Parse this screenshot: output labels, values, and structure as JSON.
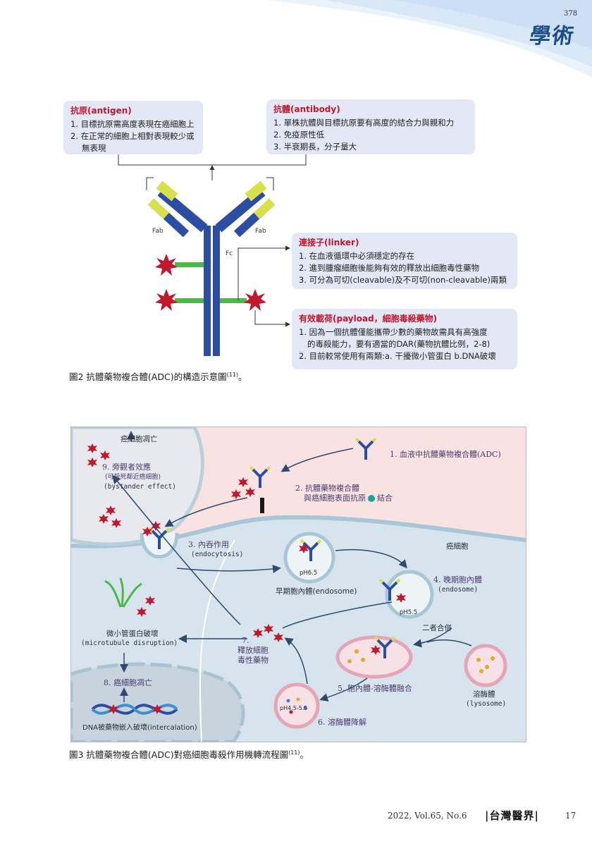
{
  "header": {
    "page_number": "378",
    "section": "學術"
  },
  "fig2": {
    "antigen": {
      "title": "抗原(antigen)",
      "lines": [
        "1. 目標抗原需高度表現在癌細胞上",
        "2. 在正常的細胞上相對表現較少或",
        "無表現"
      ]
    },
    "antibody": {
      "title": "抗體(antibody)",
      "lines": [
        "1. 單株抗體與目標抗原要有高度的結合力與親和力",
        "2. 免疫原性低",
        "3. 半衰期長，分子量大"
      ]
    },
    "linker": {
      "title": "連接子(linker)",
      "lines": [
        "1. 在血液循環中必須穩定的存在",
        "2. 進到腫瘤細胞後能夠有效的釋放出細胞毒性藥物",
        "3. 可分為可切(cleavable)及不可切(non-cleavable)兩類"
      ]
    },
    "payload": {
      "title": "有效載荷(payload，細胞毒殺藥物)",
      "lines": [
        "1. 因為一個抗體僅能攜帶少數的藥物故需具有高強度",
        "的毒殺能力，要有適當的DAR(藥物抗體比例，2-8)",
        "2. 目前較常使用有兩類:a. 干擾微小管蛋白 b.DNA破壞"
      ]
    },
    "labels": {
      "fab_left": "Fab",
      "fab_right": "Fab",
      "fc": "Fc"
    },
    "caption": "圖2  抗體藥物複合體(ADC)的構造示意圖",
    "caption_ref": "(11)",
    "caption_end": "。"
  },
  "fig3": {
    "death_title": "癌細胞凋亡",
    "step9": [
      "9. 旁觀者效應",
      "(可殺死鄰近癌細胞)",
      "(bystander effect)"
    ],
    "step1": "1. 血液中抗體藥物複合體(ADC)",
    "step2": [
      "2. 抗體藥物複合體",
      "與癌細胞表面抗原",
      "結合"
    ],
    "step3": [
      "3. 內吞作用",
      "(endocytosis)"
    ],
    "cancer_cell": "癌細胞",
    "ph1": "pH6.5",
    "early_endosome": "早期胞內體(endosome)",
    "step4": [
      "4. 晚期胞內體",
      "(endosome)"
    ],
    "ph2": "pH5.5",
    "merge": "二者合併",
    "microtubule": [
      "微小管蛋白破壞",
      "(microtubule disruption)"
    ],
    "step7": [
      "7.",
      "釋放細胞",
      "毒性藥物"
    ],
    "step5": "5. 胞內體-溶酶體融合",
    "lysosome": [
      "溶酶體",
      "(lysosome)"
    ],
    "step8": "8. 癌細胞凋亡",
    "ph3": "pH4.5-5.5",
    "step6": "6. 溶酶體降解",
    "dna": "DNA被藥物嵌入破壞(intercalation)"
  },
  "fig3_caption": {
    "text": "圖3  抗體藥物複合體(ADC)對癌細胞毒殺作用機轉流程圖",
    "ref": "(11)",
    "end": "。"
  },
  "footer": {
    "issue": "2022, Vol.65, No.6",
    "journal": "台灣醫界",
    "page": "17"
  },
  "colors": {
    "heavy_chain": "#2b4ea3",
    "light_chain_tip": "#d8e04a",
    "linker": "#4cb848",
    "payload": "#c0182c",
    "box": "#e4e7f6",
    "title_red": "#c3172b"
  }
}
